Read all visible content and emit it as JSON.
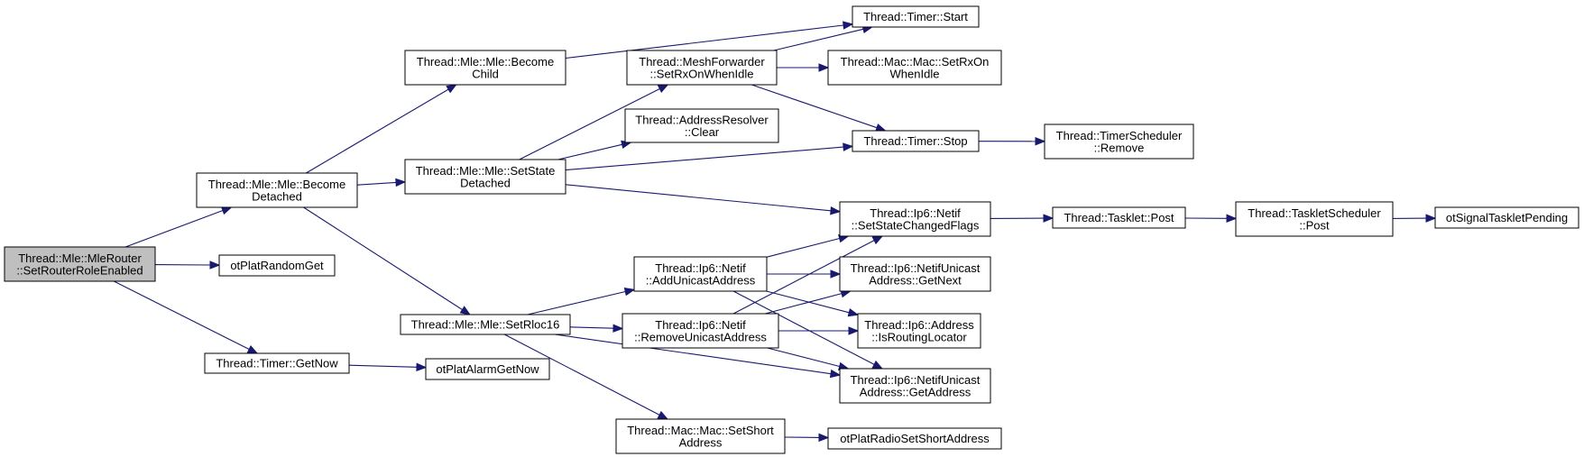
{
  "colors": {
    "edge": "#191970",
    "node_fill": "#ffffff",
    "root_fill": "#bfbfbf",
    "node_border": "#000000",
    "background": "#ffffff"
  },
  "graph": {
    "nodes": [
      {
        "id": "root",
        "lines": [
          "Thread::Mle::MleRouter",
          "::SetRouterRoleEnabled"
        ],
        "highlight": true
      },
      {
        "id": "become_detached",
        "lines": [
          "Thread::Mle::Mle::Become",
          "Detached"
        ]
      },
      {
        "id": "random_get",
        "lines": [
          "otPlatRandomGet"
        ]
      },
      {
        "id": "timer_getnow",
        "lines": [
          "Thread::Timer::GetNow"
        ]
      },
      {
        "id": "become_child",
        "lines": [
          "Thread::Mle::Mle::Become",
          "Child"
        ]
      },
      {
        "id": "set_state_detached",
        "lines": [
          "Thread::Mle::Mle::SetState",
          "Detached"
        ]
      },
      {
        "id": "set_rloc16",
        "lines": [
          "Thread::Mle::Mle::SetRloc16"
        ]
      },
      {
        "id": "alarm_getnow",
        "lines": [
          "otPlatAlarmGetNow"
        ]
      },
      {
        "id": "mesh_setrx",
        "lines": [
          "Thread::MeshForwarder",
          "::SetRxOnWhenIdle"
        ]
      },
      {
        "id": "addr_resolver_clear",
        "lines": [
          "Thread::AddressResolver",
          "::Clear"
        ]
      },
      {
        "id": "add_unicast",
        "lines": [
          "Thread::Ip6::Netif",
          "::AddUnicastAddress"
        ]
      },
      {
        "id": "remove_unicast",
        "lines": [
          "Thread::Ip6::Netif",
          "::RemoveUnicastAddress"
        ]
      },
      {
        "id": "mac_setshort",
        "lines": [
          "Thread::Mac::Mac::SetShort",
          "Address"
        ]
      },
      {
        "id": "timer_start",
        "lines": [
          "Thread::Timer::Start"
        ]
      },
      {
        "id": "mac_setrx",
        "lines": [
          "Thread::Mac::Mac::SetRxOn",
          "WhenIdle"
        ]
      },
      {
        "id": "timer_stop",
        "lines": [
          "Thread::Timer::Stop"
        ]
      },
      {
        "id": "set_state_flags",
        "lines": [
          "Thread::Ip6::Netif",
          "::SetStateChangedFlags"
        ]
      },
      {
        "id": "getnext",
        "lines": [
          "Thread::Ip6::NetifUnicast",
          "Address::GetNext"
        ]
      },
      {
        "id": "is_routing_locator",
        "lines": [
          "Thread::Ip6::Address",
          "::IsRoutingLocator"
        ]
      },
      {
        "id": "getaddress",
        "lines": [
          "Thread::Ip6::NetifUnicast",
          "Address::GetAddress"
        ]
      },
      {
        "id": "radio_setshort",
        "lines": [
          "otPlatRadioSetShortAddress"
        ]
      },
      {
        "id": "timer_sched_remove",
        "lines": [
          "Thread::TimerScheduler",
          "::Remove"
        ]
      },
      {
        "id": "tasklet_post",
        "lines": [
          "Thread::Tasklet::Post"
        ]
      },
      {
        "id": "tasklet_sched_post",
        "lines": [
          "Thread::TaskletScheduler",
          "::Post"
        ]
      },
      {
        "id": "signal_tasklet",
        "lines": [
          "otSignalTaskletPending"
        ]
      }
    ],
    "edges": [
      {
        "from": "root",
        "to": "become_detached"
      },
      {
        "from": "root",
        "to": "random_get"
      },
      {
        "from": "root",
        "to": "timer_getnow"
      },
      {
        "from": "become_detached",
        "to": "become_child"
      },
      {
        "from": "become_detached",
        "to": "set_state_detached"
      },
      {
        "from": "become_detached",
        "to": "set_rloc16"
      },
      {
        "from": "timer_getnow",
        "to": "alarm_getnow"
      },
      {
        "from": "become_child",
        "to": "timer_start"
      },
      {
        "from": "set_state_detached",
        "to": "mesh_setrx"
      },
      {
        "from": "set_state_detached",
        "to": "addr_resolver_clear"
      },
      {
        "from": "set_state_detached",
        "to": "timer_stop"
      },
      {
        "from": "set_state_detached",
        "to": "set_state_flags"
      },
      {
        "from": "set_rloc16",
        "to": "add_unicast"
      },
      {
        "from": "set_rloc16",
        "to": "remove_unicast"
      },
      {
        "from": "set_rloc16",
        "to": "getaddress"
      },
      {
        "from": "set_rloc16",
        "to": "mac_setshort"
      },
      {
        "from": "mesh_setrx",
        "to": "timer_start"
      },
      {
        "from": "mesh_setrx",
        "to": "mac_setrx"
      },
      {
        "from": "mesh_setrx",
        "to": "timer_stop"
      },
      {
        "from": "add_unicast",
        "to": "set_state_flags"
      },
      {
        "from": "add_unicast",
        "to": "getnext"
      },
      {
        "from": "add_unicast",
        "to": "is_routing_locator"
      },
      {
        "from": "add_unicast",
        "to": "getaddress"
      },
      {
        "from": "remove_unicast",
        "to": "set_state_flags"
      },
      {
        "from": "remove_unicast",
        "to": "getnext"
      },
      {
        "from": "remove_unicast",
        "to": "is_routing_locator"
      },
      {
        "from": "remove_unicast",
        "to": "getaddress"
      },
      {
        "from": "mac_setshort",
        "to": "radio_setshort"
      },
      {
        "from": "timer_stop",
        "to": "timer_sched_remove"
      },
      {
        "from": "set_state_flags",
        "to": "tasklet_post"
      },
      {
        "from": "tasklet_post",
        "to": "tasklet_sched_post"
      },
      {
        "from": "tasklet_sched_post",
        "to": "signal_tasklet"
      }
    ]
  }
}
